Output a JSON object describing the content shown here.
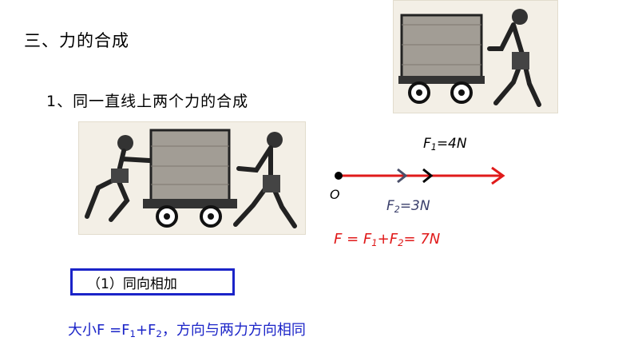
{
  "section_title": "三、力的合成",
  "subtitle": "1、同一直线上两个力的合成",
  "diagram": {
    "f1": {
      "symbol": "F",
      "sub": "1",
      "value": "=4N"
    },
    "f2": {
      "symbol": "F",
      "sub": "2",
      "value": "=3N"
    },
    "origin": "O",
    "resultant": {
      "prefix": "F = F",
      "sub1": "1",
      "plus": "+F",
      "sub2": "2",
      "suffix": "= 7N"
    }
  },
  "rule_box": "（1）同向相加",
  "summary": {
    "prefix": "大小F =F",
    "sub1": "1",
    "plus": "+F",
    "sub2": "2",
    "suffix": "，方向与两力方向相同"
  },
  "colors": {
    "red_arrow": "#e01a1a",
    "blue_text": "#1b24c8",
    "gray_arrow": "#4a4f6a"
  }
}
